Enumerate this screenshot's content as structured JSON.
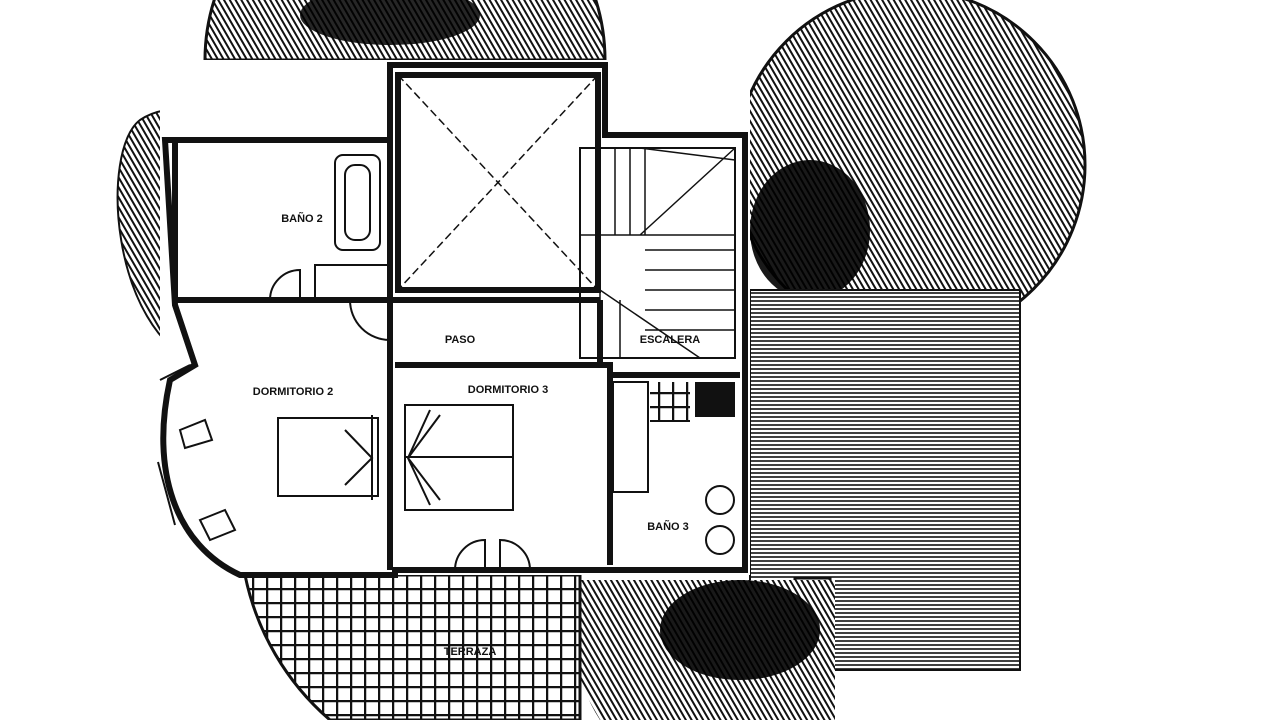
{
  "plan": {
    "rooms": {
      "bano2": "BAÑO 2",
      "paso": "PASO",
      "escalera": "ESCALERA",
      "dormitorio2": "DORMITORIO 2",
      "dormitorio3": "DORMITORIO 3",
      "bano3": "BAÑO 3",
      "terraza": "TERRAZA"
    }
  }
}
